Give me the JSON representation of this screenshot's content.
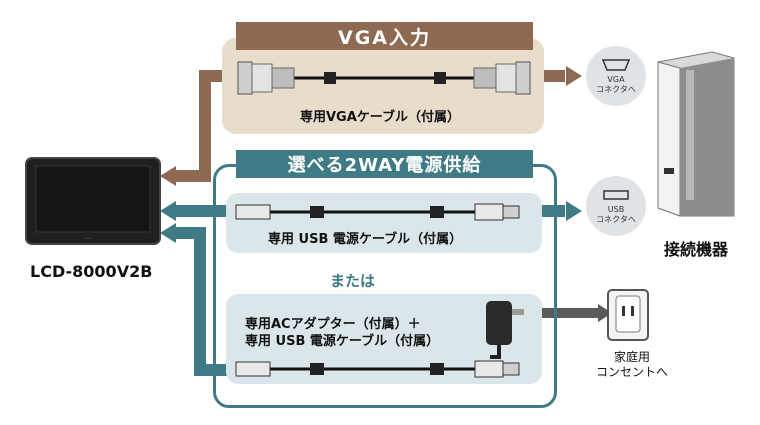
{
  "vga": {
    "title": "VGA入力",
    "cable_label": "専用VGAケーブル（付属）"
  },
  "power": {
    "title": "選べる2WAY電源供給",
    "usb_cable_label": "専用 USB 電源ケーブル（付属）",
    "or_label": "または",
    "ac_label_line1": "専用ACアダプター（付属）＋",
    "ac_label_line2": "専用 USB 電源ケーブル（付属）"
  },
  "monitor": {
    "model": "LCD-8000V2B"
  },
  "pc": {
    "label": "接続機器",
    "vga_bubble_line1": "VGA",
    "vga_bubble_line2": "コネクタへ",
    "usb_bubble_line1": "USB",
    "usb_bubble_line2": "コネクタへ"
  },
  "outlet": {
    "label_line1": "家庭用",
    "label_line2": "コンセントへ"
  },
  "icons": [
    "monitor-icon",
    "vga-connector-icon",
    "usb-connector-icon",
    "ac-adapter-icon",
    "wall-outlet-icon",
    "pc-tower-icon"
  ],
  "colors": {
    "vga_brown": "#8e6a52",
    "vga_panel": "#e8dccb",
    "power_teal": "#3f7b85",
    "power_panel": "#dbe6ea"
  }
}
